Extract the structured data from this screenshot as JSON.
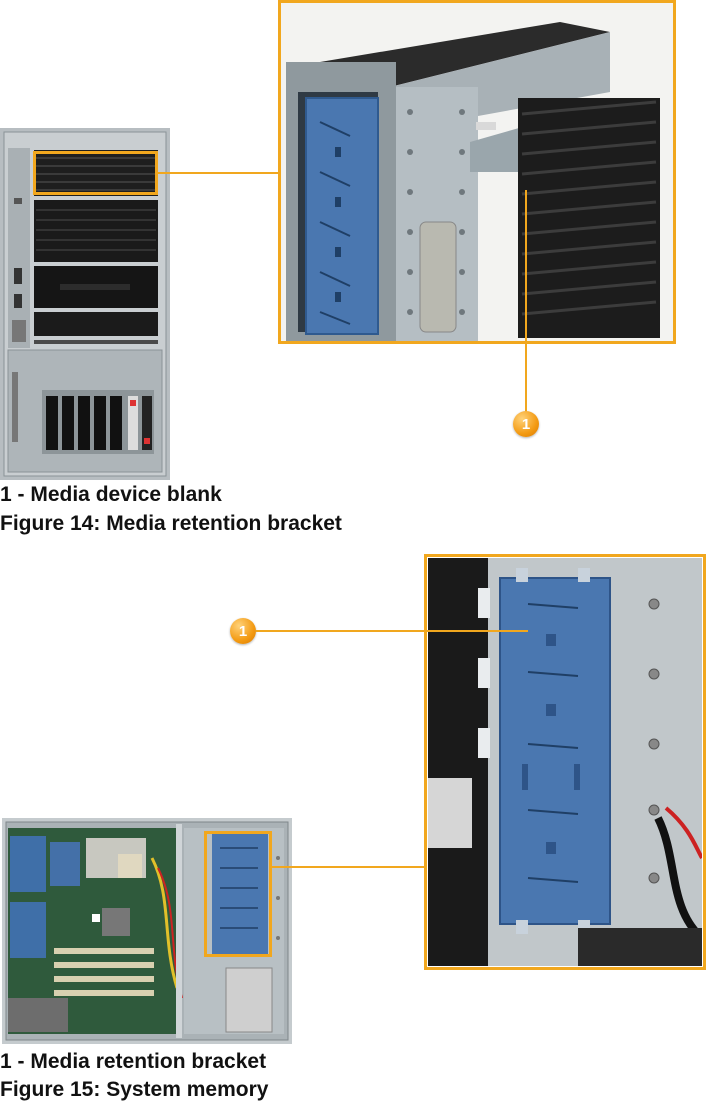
{
  "figure14": {
    "callout_number": "1",
    "legend": "1 - Media device blank",
    "title": "Figure 14: Media retention bracket"
  },
  "figure15": {
    "callout_number": "1",
    "legend": "1 - Media retention bracket",
    "title": "Figure 15: System memory"
  },
  "colors": {
    "highlight": "#f1a71e",
    "bracket_blue": "#4a77b0",
    "chassis_gray": "#9aa3a8",
    "bezel_black": "#1c1c1c"
  }
}
